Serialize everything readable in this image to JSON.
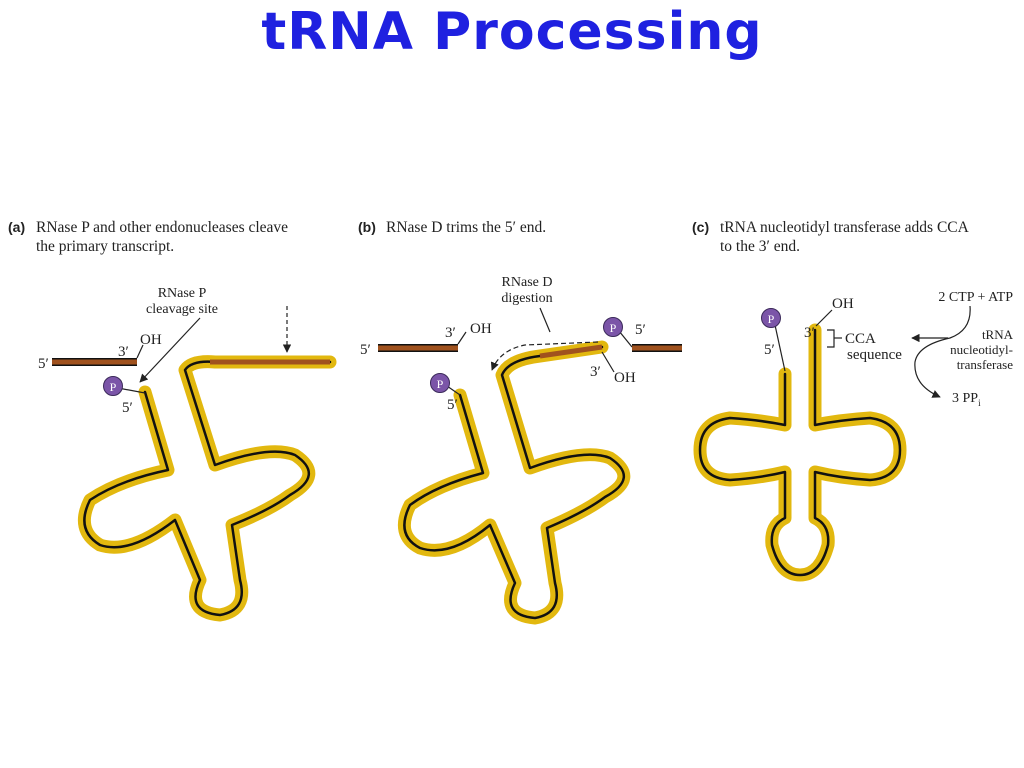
{
  "slide": {
    "title": "tRNA Processing"
  },
  "panels": {
    "a": {
      "letter": "(a)",
      "caption_line1": "RNase P and other endonucleases cleave",
      "caption_line2": "the primary transcript.",
      "label_rnasep_1": "RNase P",
      "label_rnasep_2": "cleavage site",
      "end_5_left": "5′",
      "end_3": "3′",
      "oh": "OH",
      "phosphate": "P",
      "end_5_trna": "5′"
    },
    "b": {
      "letter": "(b)",
      "caption_line1": "RNase D trims the 5′ end.",
      "label_rnased_1": "RNase D",
      "label_rnased_2": "digestion",
      "end_5_left": "5′",
      "end_3_left": "3′",
      "oh_left": "OH",
      "phosphate_trna": "P",
      "end_5_trna": "5′",
      "phosphate_right": "P",
      "end_5_right": "5′",
      "end_3_trna": "3′",
      "oh_trna": "OH"
    },
    "c": {
      "letter": "(c)",
      "caption_line1": "tRNA nucleotidyl transferase adds CCA",
      "caption_line2": "to the 3′ end.",
      "phosphate": "P",
      "end_5": "5′",
      "end_3": "3′",
      "oh": "OH",
      "cca_1": "CCA",
      "cca_2": "sequence",
      "reactants": "2 CTP + ATP",
      "enzyme_1": "tRNA",
      "enzyme_2": "nucleotidyl-",
      "enzyme_3": "transferase",
      "product": "3 PP",
      "product_subscript": "i"
    }
  },
  "colors": {
    "title": "#1f21e0",
    "trna_strand": "#e2b80f",
    "trna_core": "#111111",
    "excised_rna": "#a0521e",
    "phosphate": "#7b55a8"
  }
}
